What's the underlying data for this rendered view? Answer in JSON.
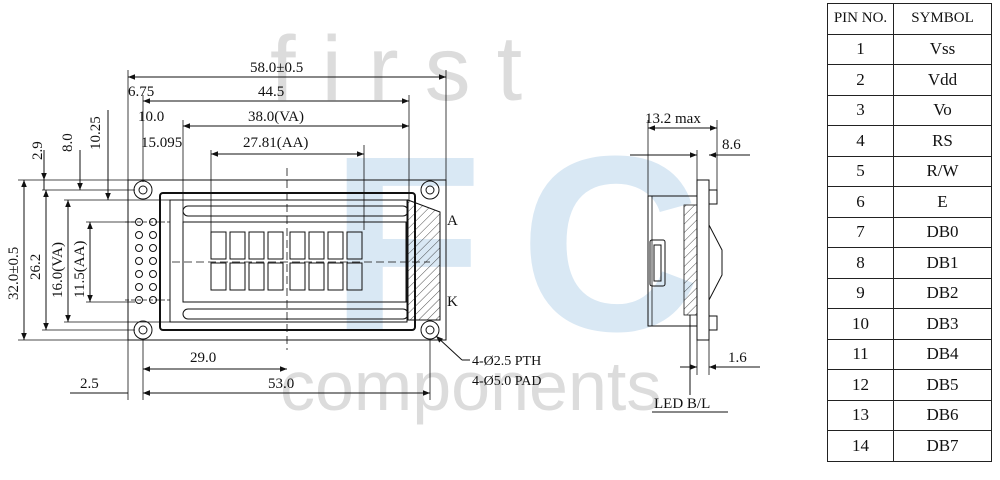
{
  "watermark": {
    "top": "first",
    "bottom": "components"
  },
  "dimensions": {
    "overall_width": "58.0±0.5",
    "hole_pitch": "44.5",
    "va_width": "38.0(VA)",
    "aa_width": "27.81(AA)",
    "left_offset_1": "6.75",
    "left_offset_2": "10.0",
    "left_offset_3": "15.095",
    "top_offset_1": "2.9",
    "top_offset_2": "8.0",
    "top_offset_3": "10.25",
    "overall_height": "32.0±0.5",
    "hole_vpitch": "26.2",
    "va_height": "16.0(VA)",
    "aa_height": "11.5(AA)",
    "pin_center": "29.0",
    "pin_edge": "2.5",
    "bottom_pitch": "53.0",
    "hole_spec_1": "4-Ø2.5 PTH",
    "hole_spec_2": "4-Ø5.0 PAD",
    "anode": "A",
    "cathode": "K",
    "thickness_max": "13.2 max",
    "side_depth": "8.6",
    "pcb_thickness": "1.6",
    "backlight": "LED B/L"
  },
  "pin_table": {
    "headers": [
      "PIN NO.",
      "SYMBOL"
    ],
    "rows": [
      [
        "1",
        "Vss"
      ],
      [
        "2",
        "Vdd"
      ],
      [
        "3",
        "Vo"
      ],
      [
        "4",
        "RS"
      ],
      [
        "5",
        "R/W"
      ],
      [
        "6",
        "E"
      ],
      [
        "7",
        "DB0"
      ],
      [
        "8",
        "DB1"
      ],
      [
        "9",
        "DB2"
      ],
      [
        "10",
        "DB3"
      ],
      [
        "11",
        "DB4"
      ],
      [
        "12",
        "DB5"
      ],
      [
        "13",
        "DB6"
      ],
      [
        "14",
        "DB7"
      ]
    ]
  }
}
